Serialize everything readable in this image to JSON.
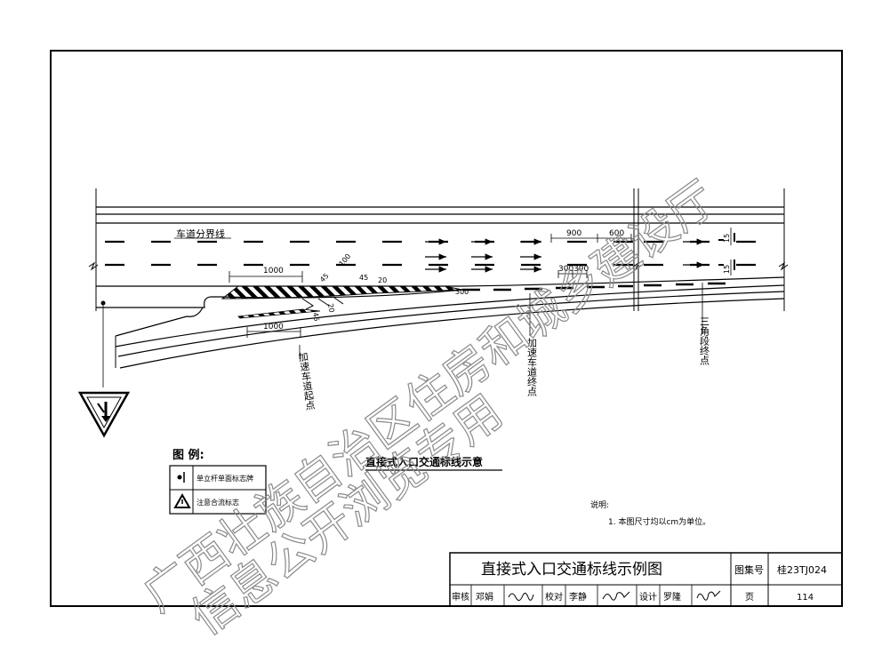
{
  "labels": {
    "lane_divider": "车道分界线",
    "accel_lane_start": "加速车道起点",
    "accel_lane_end": "加速车道终点",
    "triangle_end": "三角段终点"
  },
  "dimensions": {
    "d1000_top": "1000",
    "d100": "100",
    "d45_a": "45",
    "d45_b": "45",
    "d20": "20",
    "d45_c": "45",
    "d20_b": "20",
    "d300": "300",
    "d900": "900",
    "d600": "600",
    "d300_a": "300",
    "d300_b": "300",
    "d15_a": "15",
    "d15_b": "15",
    "d1000_bottom": "1000"
  },
  "diagram_title": "直接式入口交通标线示意",
  "legend": {
    "title": "图 例:",
    "items": [
      {
        "icon": "single-post-sign-icon",
        "label": "单立杆单面标志牌"
      },
      {
        "icon": "warning-triangle-icon",
        "label": "注意合流标志"
      }
    ]
  },
  "notes": {
    "title": "说明:",
    "lines": [
      "1. 本图尺寸均以cm为单位。"
    ]
  },
  "title_block": {
    "drawing_title": "直接式入口交通标线示例图",
    "atlas_label": "图集号",
    "atlas_no": "桂23TJ024",
    "review_label": "审核",
    "review_name": "邓娟",
    "check_label": "校对",
    "check_name": "李静",
    "design_label": "设计",
    "design_name": "罗隆",
    "page_label": "页",
    "page_no": "114"
  },
  "watermark": {
    "line1": "广西壮族自治区住房和城乡建设厅",
    "line2": "信息公开浏览专用"
  }
}
